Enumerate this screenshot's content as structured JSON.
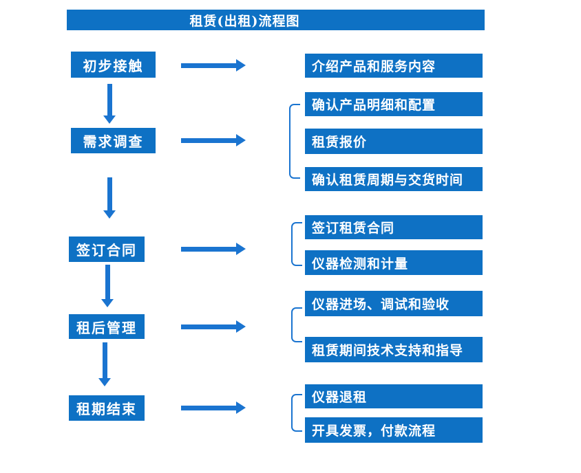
{
  "title": "租赁(出租)流程图",
  "colors": {
    "box": "#0e71c4",
    "arrow": "#1a74d0",
    "text": "#ffffff",
    "background": "#ffffff"
  },
  "stages": [
    {
      "label": "初步接触",
      "children": [
        "介绍产品和服务内容"
      ]
    },
    {
      "label": "需求调查",
      "children": [
        "确认产品明细和配置",
        "租赁报价",
        "确认租赁周期与交货时间"
      ]
    },
    {
      "label": "签订合同",
      "children": [
        "签订租赁合同",
        "仪器检测和计量"
      ]
    },
    {
      "label": "租后管理",
      "children": [
        "仪器进场、调试和验收",
        "租赁期间技术支持和指导"
      ]
    },
    {
      "label": "租期结束",
      "children": [
        "仪器退租",
        "开具发票，付款流程"
      ]
    }
  ]
}
